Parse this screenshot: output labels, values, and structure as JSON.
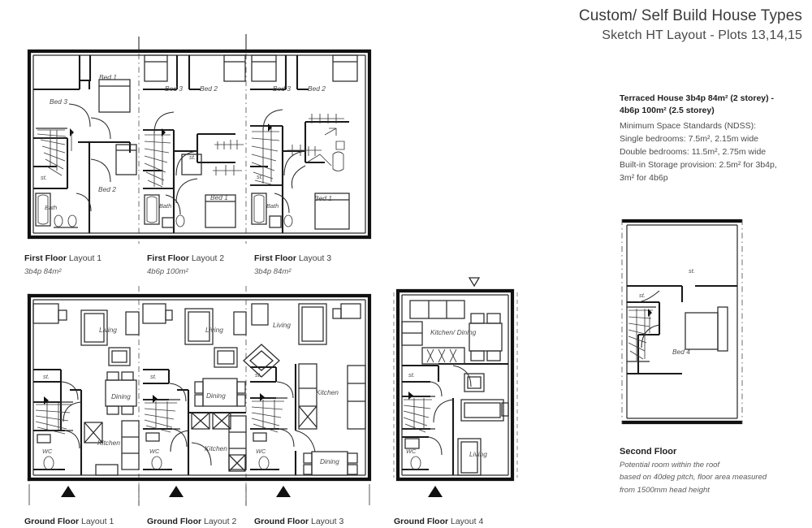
{
  "title": {
    "main": "Custom/ Self Build House Types",
    "sub": "Sketch HT Layout - Plots  13,14,15"
  },
  "spec": {
    "heading_line1": "Terraced House 3b4p 84m² (2 storey) -",
    "heading_line2": "4b6p 100m² (2.5 storey)",
    "lines": [
      "Minimum Space Standards (NDSS):",
      "Single bedrooms: 7.5m², 2.15m wide",
      "Double bedrooms: 11.5m², 2.75m wide",
      "Built-in Storage provision: 2.5m² for 3b4p,",
      "3m² for 4b6p"
    ]
  },
  "second_floor_note": {
    "heading": "Second Floor",
    "lines": [
      "Potential room within the roof",
      "based on 40deg pitch, floor area measured",
      "from 1500mm head height"
    ]
  },
  "first_floor_captions": [
    {
      "bold": "First Floor",
      "rest": " Layout 1",
      "area": "3b4p 84m²"
    },
    {
      "bold": "First Floor",
      "rest": " Layout 2",
      "area": "4b6p 100m²"
    },
    {
      "bold": "First Floor",
      "rest": " Layout 3",
      "area": "3b4p 84m²"
    }
  ],
  "ground_floor_captions": [
    {
      "bold": "Ground Floor",
      "rest": " Layout 1"
    },
    {
      "bold": "Ground Floor",
      "rest": " Layout 2"
    },
    {
      "bold": "Ground Floor",
      "rest": " Layout 3"
    },
    {
      "bold": "Ground Floor",
      "rest": " Layout 4"
    }
  ],
  "room_labels": {
    "ff1": [
      "Bed 1",
      "Bed 3",
      "Bed 2",
      "Bath",
      "st."
    ],
    "ff2": [
      "Bed 3",
      "Bed 2",
      "Bed 1",
      "Bath",
      "st."
    ],
    "ff3": [
      "Bed 3",
      "Bed 2",
      "Bed 1",
      "Bath",
      "st."
    ],
    "gf1": [
      "Living",
      "Dining",
      "Kitchen",
      "WC",
      "st."
    ],
    "gf2": [
      "Living",
      "Dining",
      "Kitchen",
      "WC",
      "st."
    ],
    "gf3": [
      "Living",
      "Kitchen",
      "Dining",
      "WC",
      "st."
    ],
    "gf4": [
      "Kitchen/ Dining",
      "Living",
      "WC",
      "st."
    ],
    "second": [
      "st.",
      "st.",
      "Bed 4"
    ]
  },
  "ff1_labels": {
    "bed1": "Bed 1",
    "bed3": "Bed 3",
    "bed2": "Bed 2",
    "bath": "Bath",
    "st": "st."
  },
  "ff2_labels": {
    "bed3": "Bed 3",
    "bed2": "Bed 2",
    "bed1": "Bed 1",
    "bath": "Bath",
    "st": "st."
  },
  "ff3_labels": {
    "bed3": "Bed 3",
    "bed2": "Bed 2",
    "bed1": "Bed 1",
    "bath": "Bath",
    "st": "st."
  },
  "gf1_labels": {
    "living": "Living",
    "dining": "Dining",
    "kitchen": "Kitchen",
    "wc": "WC",
    "st": "st."
  },
  "gf2_labels": {
    "living": "Living",
    "dining": "Dining",
    "kitchen": "Kitchen",
    "wc": "WC",
    "st": "st."
  },
  "gf3_labels": {
    "living": "Living",
    "kitchen": "Kitchen",
    "dining": "Dining",
    "wc": "WC",
    "st": "st."
  },
  "gf4_labels": {
    "kitchen_dining": "Kitchen/ Dining",
    "living": "Living",
    "wc": "WC",
    "st": "st."
  },
  "second_labels": {
    "st_upper": "st.",
    "st_lower": "st.",
    "bed4": "Bed 4"
  },
  "markers": {
    "entrance": "entrance-triangle",
    "view": "view-triangle"
  },
  "colors": {
    "ink": "#111111",
    "text": "#3a3a3c",
    "note": "#4c4c4e",
    "background": "#ffffff"
  }
}
